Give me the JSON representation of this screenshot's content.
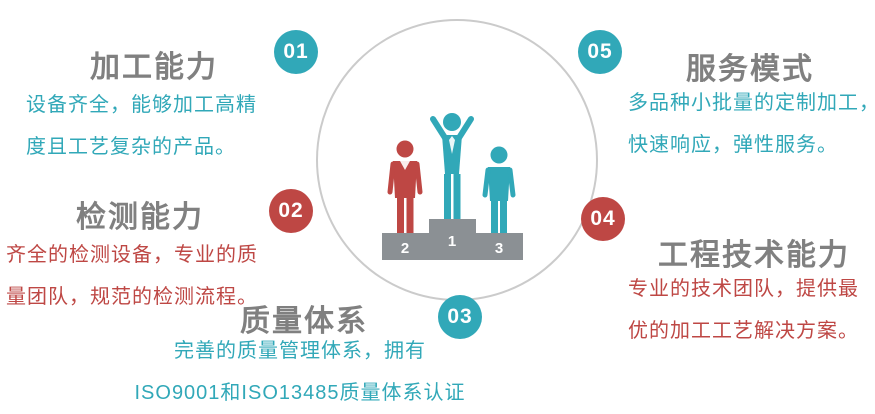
{
  "colors": {
    "teal": "#31A8B8",
    "red": "#BE4744",
    "title_gray": "#808080",
    "circle_stroke": "#CBCBCB",
    "podium_gray": "#8B9094",
    "white": "#FFFFFF"
  },
  "sections": [
    {
      "badge": "01",
      "title": "加工能力",
      "line1": "设备齐全，能够加工高精",
      "line2": "度且工艺复杂的产品。"
    },
    {
      "badge": "02",
      "title": "检测能力",
      "line1": "齐全的检测设备，专业的质",
      "line2": "量团队，规范的检测流程。"
    },
    {
      "badge": "03",
      "title": "质量体系",
      "line1": "完善的质量管理体系，拥有",
      "line2": "ISO9001和ISO13485质量体系认证"
    },
    {
      "badge": "04",
      "title": "工程技术能力",
      "line1": "专业的技术团队，提供最",
      "line2": "优的加工工艺解决方案。"
    },
    {
      "badge": "05",
      "title": "服务模式",
      "line1": "多品种小批量的定制加工，",
      "line2": "快速响应，弹性服务。"
    }
  ],
  "podium": {
    "first": "1",
    "second": "2",
    "third": "3"
  }
}
